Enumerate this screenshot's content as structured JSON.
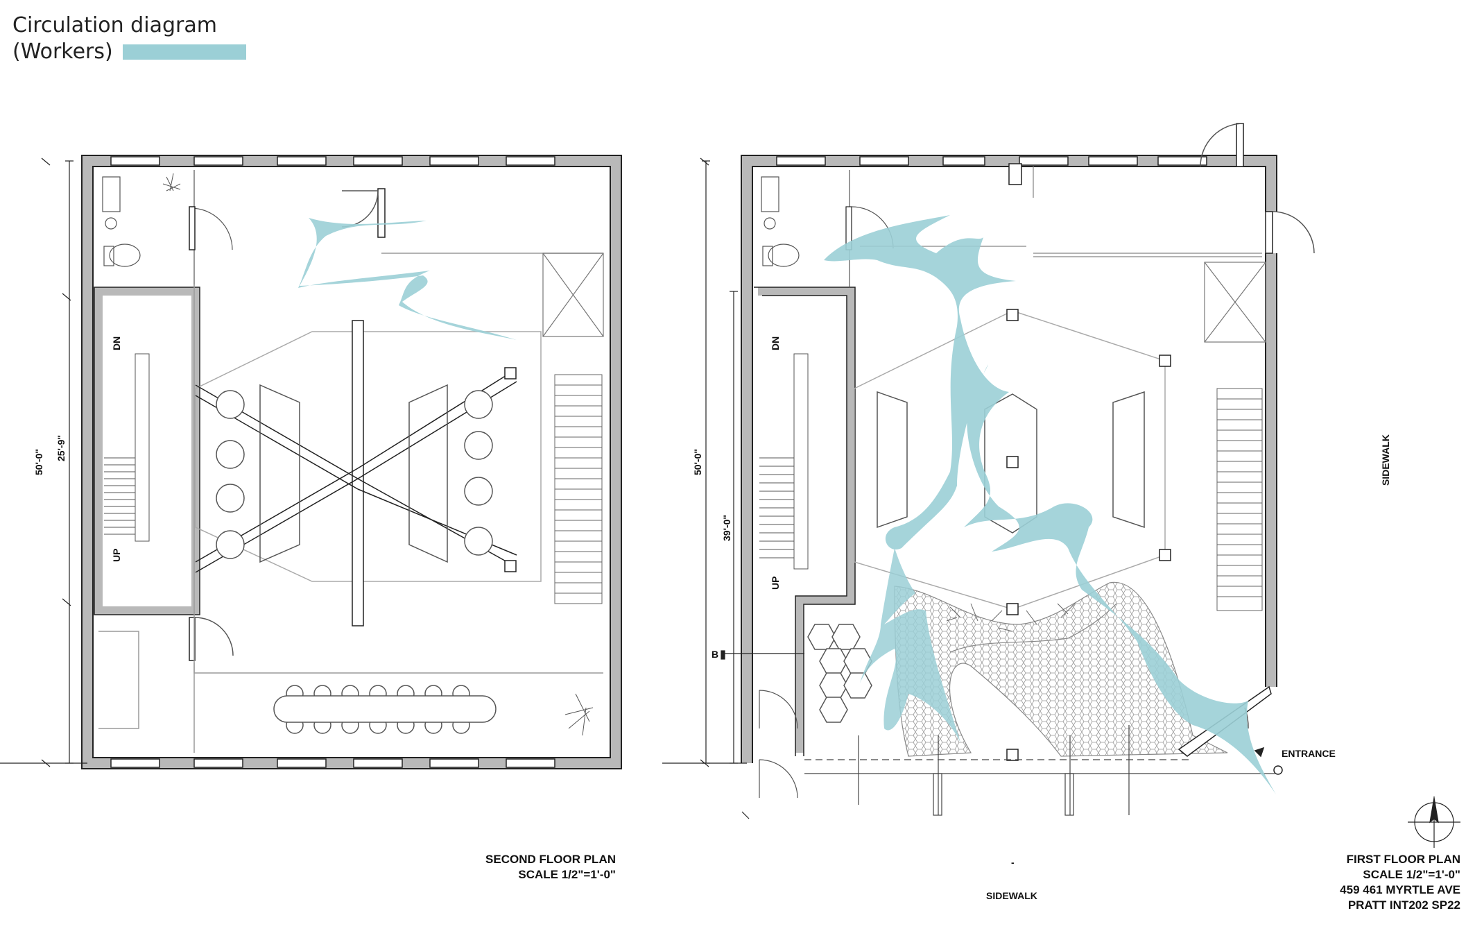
{
  "legend": {
    "title": "Circulation diagram",
    "subtitle": "(Workers)",
    "swatch_color": "#9bcfd6"
  },
  "second_floor": {
    "name": "SECOND FLOOR PLAN",
    "scale": "SCALE  1/2\"=1'-0\"",
    "dim_total": "50'-0\"",
    "dim_partial": "25'-9\"",
    "stair_dn": "DN",
    "stair_up": "UP"
  },
  "first_floor": {
    "name": "FIRST FLOOR PLAN",
    "scale": "SCALE  1/2\"=1'-0\"",
    "address": "459 461 MYRTLE AVE",
    "course": "PRATT INT202 SP22",
    "dim_total": "50'-0\"",
    "dim_partial": "39'-0\"",
    "stair_dn": "DN",
    "stair_up": "UP",
    "entrance": "ENTRANCE",
    "sidewalk_right": "SIDEWALK",
    "sidewalk_bottom": "SIDEWALK",
    "section_mark": "B",
    "dash_mark": "-"
  },
  "colors": {
    "wall": "#b9b9b9",
    "wall_stroke": "#222222",
    "circulation": "#9bcfd6",
    "line": "#555555",
    "light_line": "#9a9a9a"
  }
}
